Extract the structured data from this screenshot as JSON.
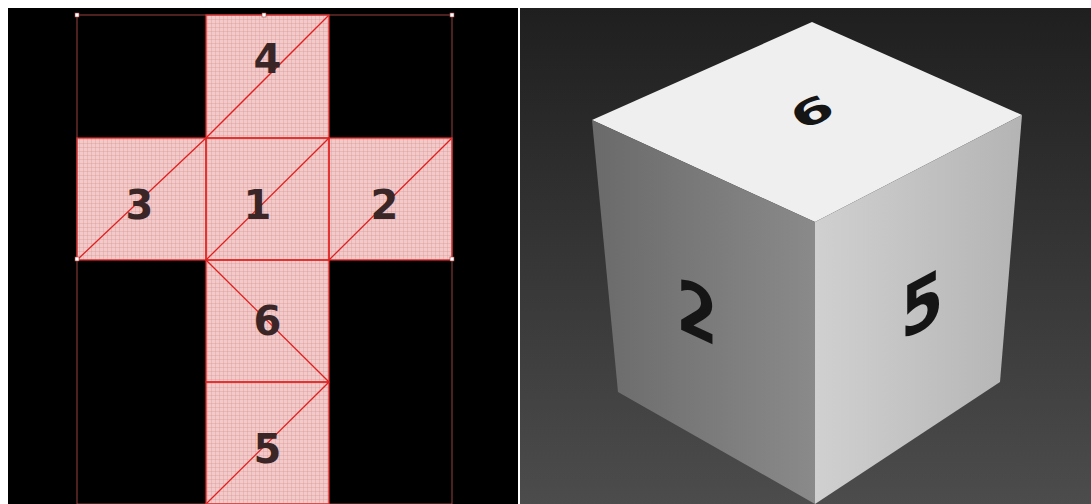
{
  "diagram": {
    "nodes": [
      {
        "text": [
          "4"
        ]
      },
      {
        "text": [
          "3"
        ]
      },
      {
        "text": [
          "1"
        ]
      },
      {
        "text": [
          "2"
        ]
      },
      {
        "text": [
          "6"
        ]
      },
      {
        "text": [
          "5"
        ]
      }
    ],
    "labels": [
      "6",
      "2",
      "5"
    ]
  }
}
